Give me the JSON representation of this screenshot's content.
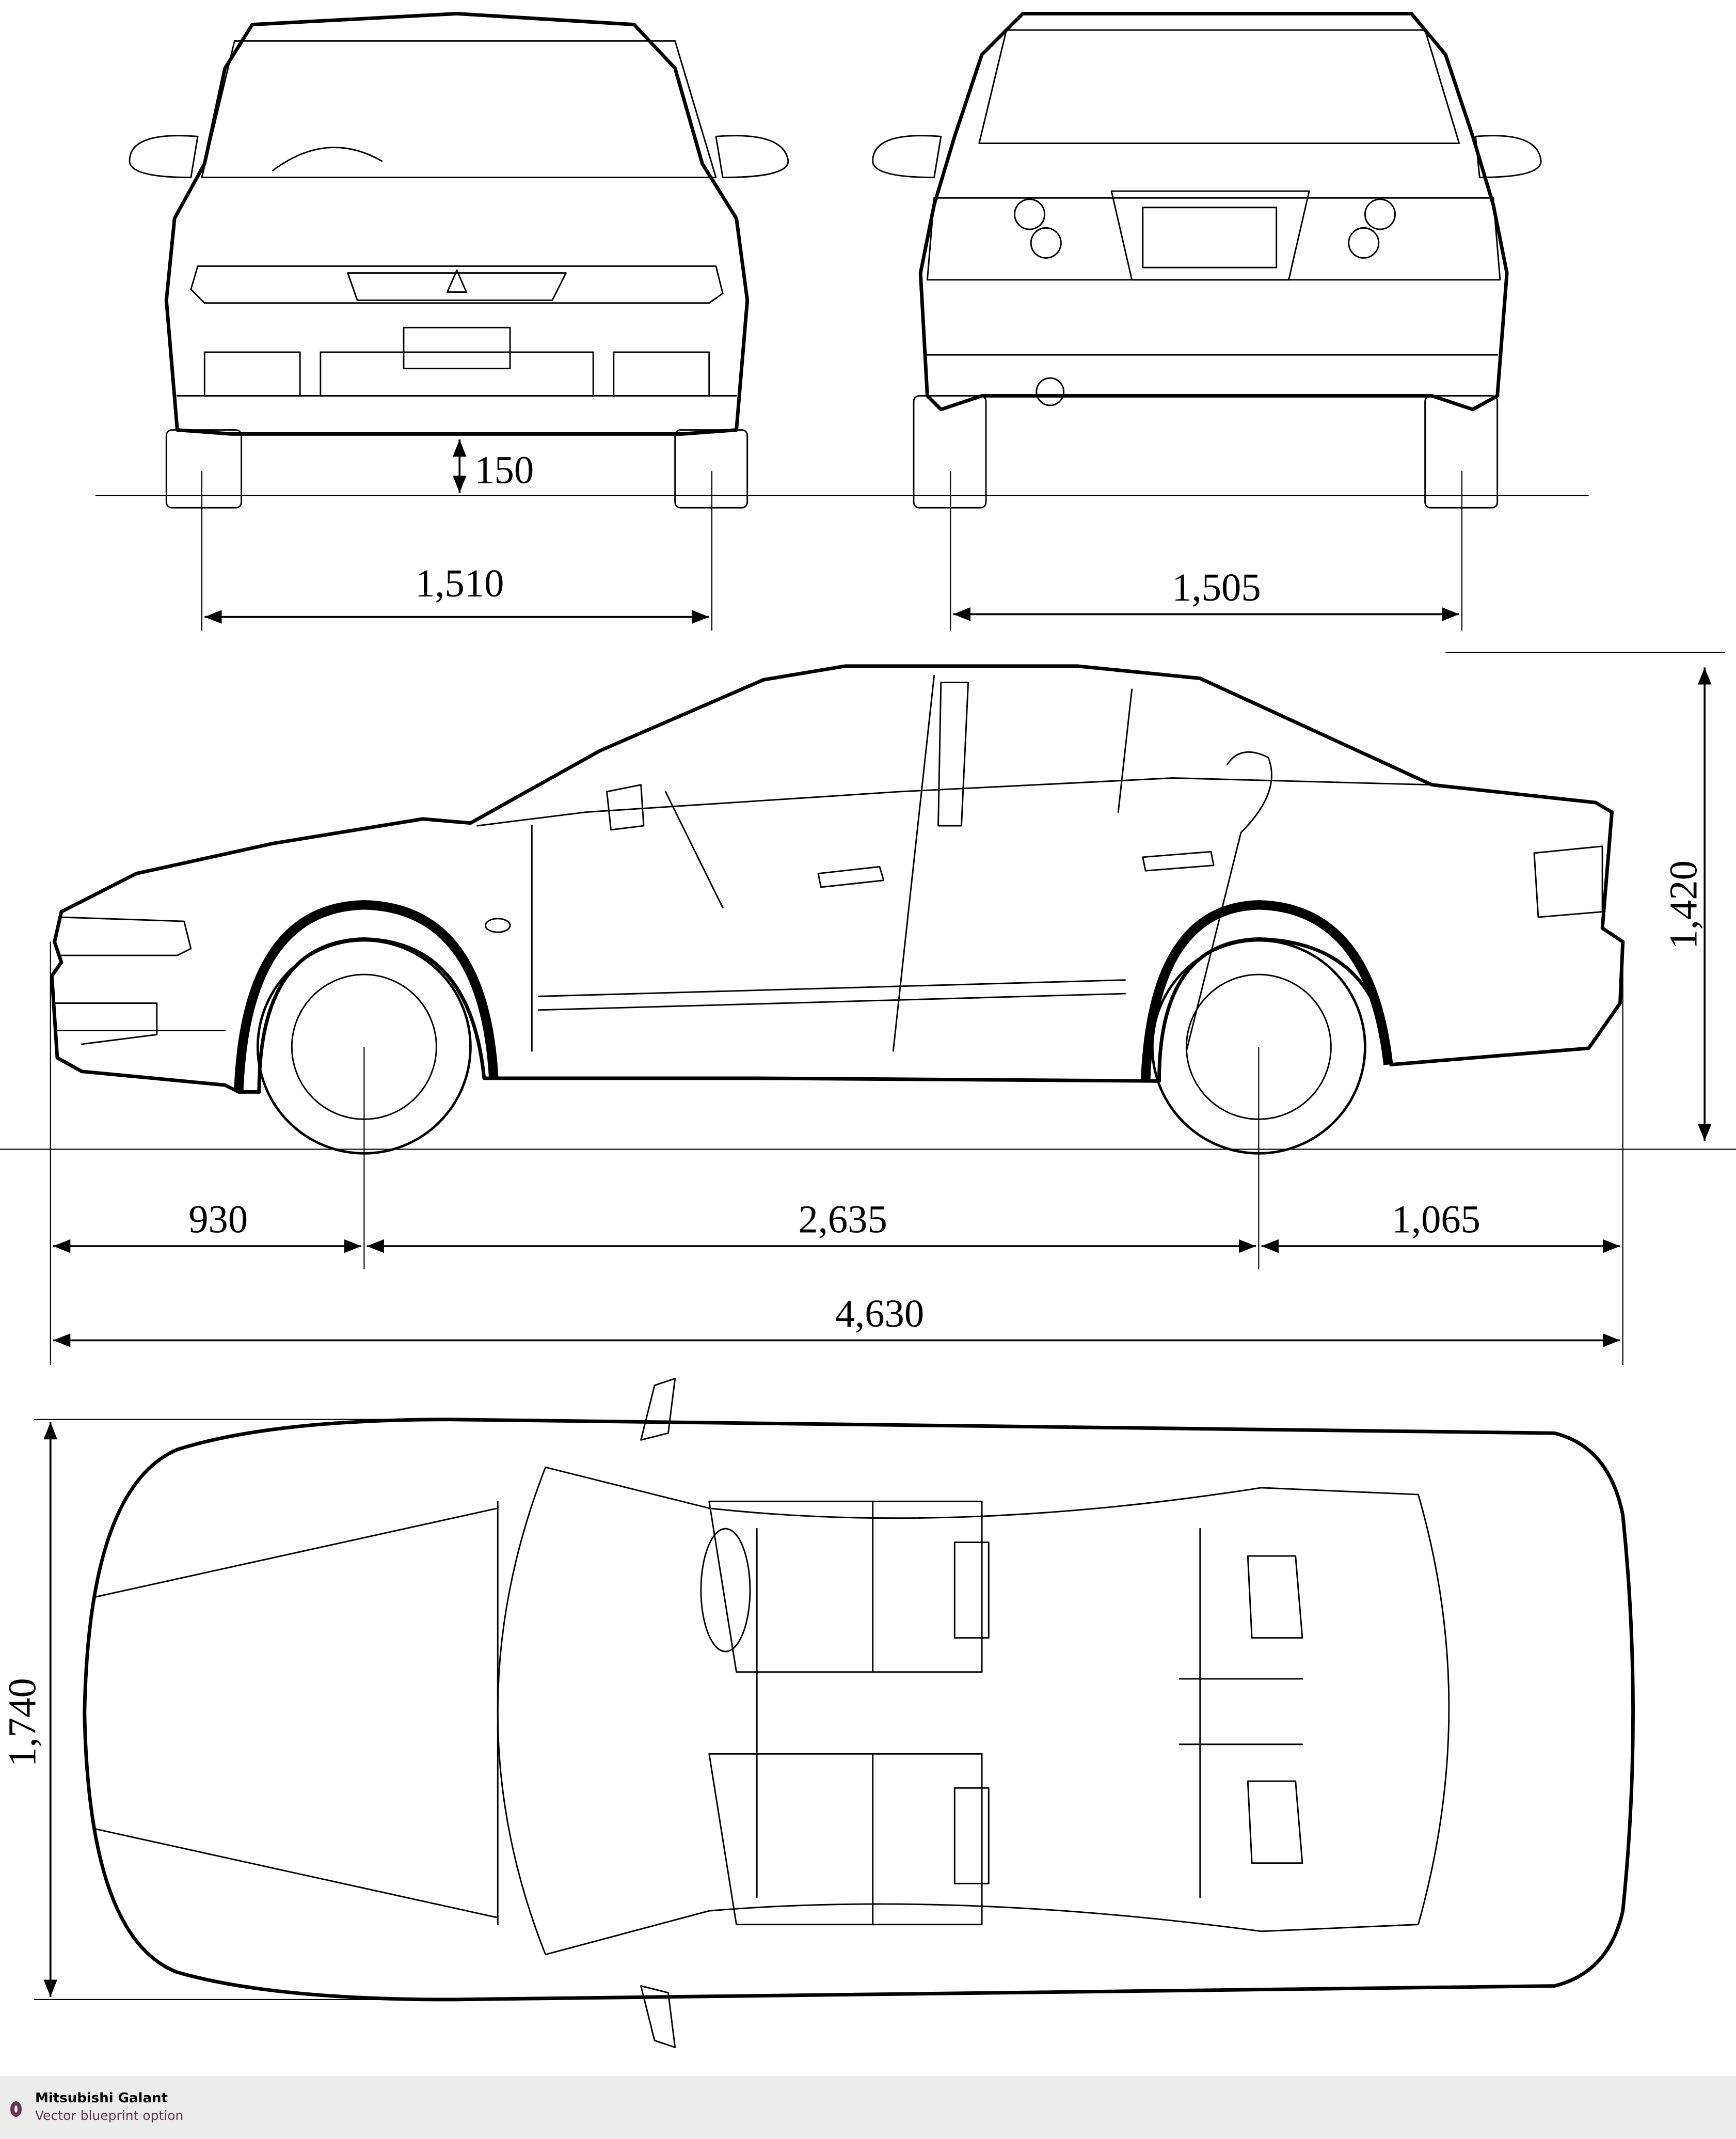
{
  "title": "Mitsubishi Galant",
  "subtitle": "Vector blueprint option",
  "accent_color": "#663355",
  "dimensions": {
    "ground_clearance": "150",
    "front_track": "1,510",
    "rear_track": "1,505",
    "height": "1,420",
    "front_overhang": "930",
    "wheelbase": "2,635",
    "rear_overhang": "1,065",
    "length": "4,630",
    "width": "1,740"
  }
}
